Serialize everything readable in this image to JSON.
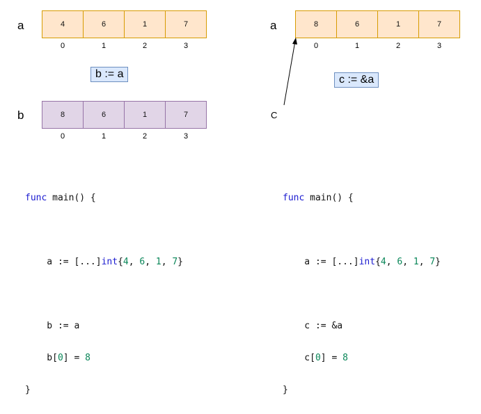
{
  "left": {
    "var_a": "a",
    "var_b": "b",
    "array_a": [
      "4",
      "6",
      "1",
      "7"
    ],
    "array_b": [
      "8",
      "6",
      "1",
      "7"
    ],
    "indices": [
      "0",
      "1",
      "2",
      "3"
    ],
    "op": "b := a",
    "code": {
      "l1_kw": "func",
      "l1_rest": " main() {",
      "l2_pre": "    a := [...]",
      "l2_kw": "int",
      "l2_open": "{",
      "n": [
        "4",
        "6",
        "1",
        "7"
      ],
      "sep": ", ",
      "l2_close": "}",
      "l3": "    b := a",
      "l4_pre": "    b[",
      "l4_idx": "0",
      "l4_mid": "] = ",
      "l4_val": "8",
      "l5": "}"
    }
  },
  "right": {
    "var_a": "a",
    "var_c": "C",
    "array_a": [
      "8",
      "6",
      "1",
      "7"
    ],
    "indices": [
      "0",
      "1",
      "2",
      "3"
    ],
    "op": "c :=  &a",
    "code": {
      "l1_kw": "func",
      "l1_rest": " main() {",
      "l2_pre": "    a := [...]",
      "l2_kw": "int",
      "l2_open": "{",
      "n": [
        "4",
        "6",
        "1",
        "7"
      ],
      "sep": ", ",
      "l2_close": "}",
      "l3": "    c := &a",
      "l4_pre": "    c[",
      "l4_idx": "0",
      "l4_mid": "] = ",
      "l4_val": "8",
      "l5": "}"
    }
  }
}
